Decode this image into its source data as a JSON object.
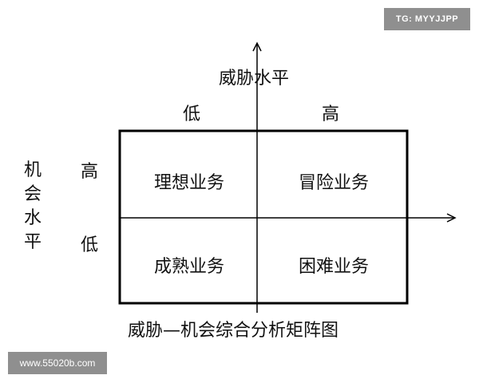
{
  "watermark_top": "TG: MYYJJPP",
  "watermark_bottom": "www.55020b.com",
  "y_axis_label": "威胁水平",
  "x_axis_label": [
    "机",
    "会",
    "水",
    "平"
  ],
  "threat_low": "低",
  "threat_high": "高",
  "opportunity_high": "高",
  "opportunity_low": "低",
  "quadrants": {
    "top_left": "理想业务",
    "top_right": "冒险业务",
    "bottom_left": "成熟业务",
    "bottom_right": "困难业务"
  },
  "caption": "威胁—机会综合分析矩阵图"
}
